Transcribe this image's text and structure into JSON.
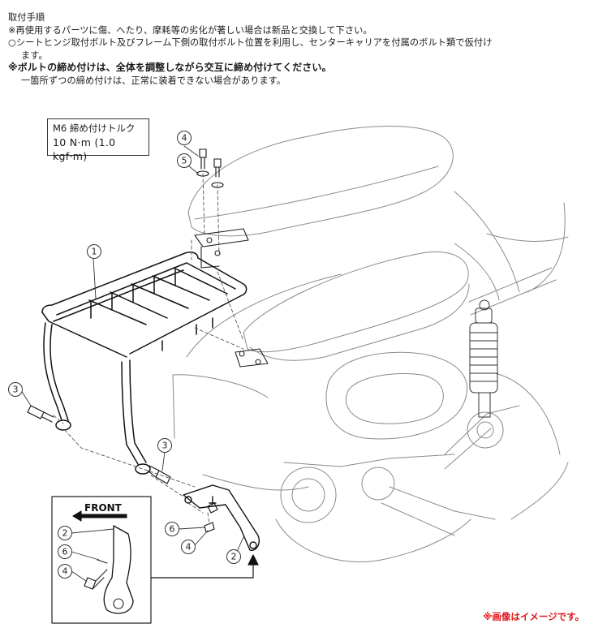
{
  "instructions": {
    "heading": "取付手順",
    "line1": "※再使用するパーツに傷、へたり、摩耗等の劣化が著しい場合は新品と交換して下さい。",
    "line2a": "○シートヒンジ取付ボルト及びフレーム下側の取付ボルト位置を利用し、センターキャリアを付属のボルト類で仮付け",
    "line2b": "ます。",
    "line3": "※ボルトの締め付けは、全体を調整しながら交互に締め付けてください。",
    "line4": "一箇所ずつの締め付けは、正常に装着できない場合があります。"
  },
  "torque": {
    "title": "M6 締め付けトルク",
    "value": "10 N·m (1.0 kgf·m)"
  },
  "callouts": {
    "c1": "1",
    "c2a": "2",
    "c2b": "2",
    "c3a": "3",
    "c3b": "3",
    "c4a": "4",
    "c4b": "4",
    "c4c": "4",
    "c5": "5",
    "c6a": "6",
    "c6b": "6"
  },
  "inset": {
    "front_label": "FRONT"
  },
  "note": "※画像はイメージです。"
}
